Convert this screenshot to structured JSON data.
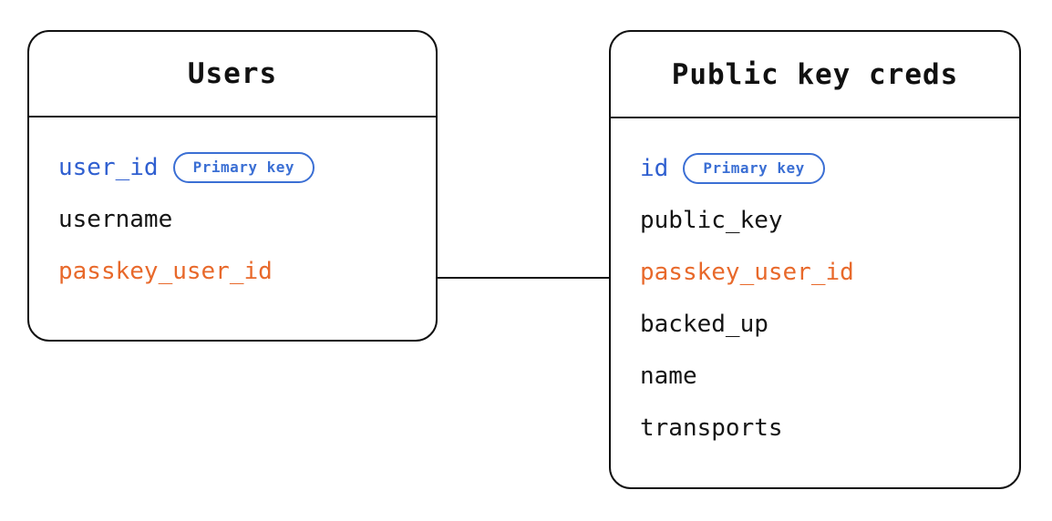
{
  "diagram": {
    "type": "entity-relationship",
    "background": "#ffffff",
    "colors": {
      "stroke": "#111111",
      "primary_key_blue": "#2f5fd0",
      "badge_blue": "#3b6fd4",
      "foreign_key_orange": "#e8692b",
      "plain_text": "#141414"
    },
    "entities": [
      {
        "id": "users",
        "title": "Users",
        "fields": [
          {
            "name": "user_id",
            "style": "key",
            "badge": "Primary key"
          },
          {
            "name": "username",
            "style": "plain",
            "badge": null
          },
          {
            "name": "passkey_user_id",
            "style": "fk",
            "badge": null
          }
        ]
      },
      {
        "id": "public_key_creds",
        "title": "Public key creds",
        "fields": [
          {
            "name": "id",
            "style": "key",
            "badge": "Primary key"
          },
          {
            "name": "public_key",
            "style": "plain",
            "badge": null
          },
          {
            "name": "passkey_user_id",
            "style": "fk",
            "badge": null
          },
          {
            "name": "backed_up",
            "style": "plain",
            "badge": null
          },
          {
            "name": "name",
            "style": "plain",
            "badge": null
          },
          {
            "name": "transports",
            "style": "plain",
            "badge": null
          }
        ]
      }
    ],
    "relationships": [
      {
        "id": "users-to-public-key-creds",
        "from": "users",
        "to": "public_key_creds",
        "on": "passkey_user_id",
        "label": ""
      }
    ]
  }
}
